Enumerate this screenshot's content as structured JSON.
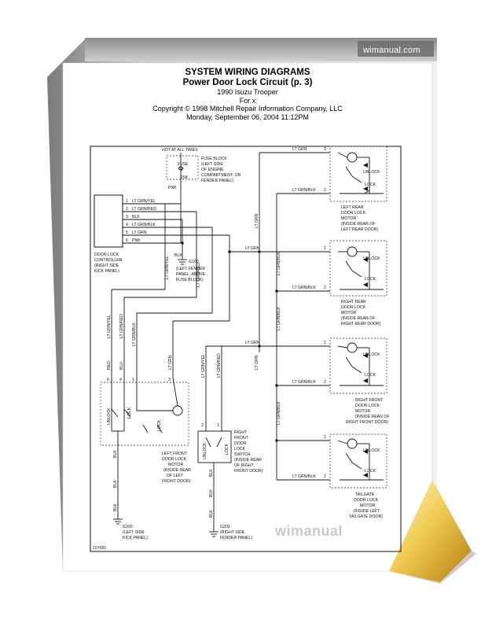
{
  "header": {
    "title": "SYSTEM WIRING DIAGRAMS",
    "subtitle": "Power Door Lock Circuit (p. 3)",
    "vehicle": "1990 Isuzu Trooper",
    "for_line": "For x",
    "copyright": "Copyright © 1998 Mitchell Repair Information Company, LLC",
    "date": "Monday, September 06, 2004  11:12PM"
  },
  "brand": "wimanual.com",
  "watermark": "wimanual",
  "figure_id": "107681",
  "fuse": {
    "hot_label": "HOT AT ALL TIMES",
    "fuse_label": "FUSE",
    "fuse_num": "7",
    "amp": "20A",
    "block_lines": [
      "FUSE BLOCK",
      "(LEFT SIDE",
      "OF ENGINE",
      "COMPARTMENT, ON",
      "FENDER PANEL)"
    ],
    "pink": "PNK"
  },
  "controller": {
    "label": [
      "DOOR LOCK",
      "CONTROLLER",
      "(RIGHT SIDE",
      "KICK PANEL)"
    ],
    "pins": [
      "1",
      "2",
      "3",
      "4",
      "5",
      "6"
    ],
    "wires": [
      "LT GRN/YEL",
      "LT GRN/RED",
      "BLK",
      "LT GRN/BLK",
      "LT GRN",
      "PNK"
    ]
  },
  "ground_g100": {
    "blk": "BLK",
    "name": "G100",
    "desc": [
      "(LEFT FENDER",
      "PANEL, ABOVE",
      "FUSE BLOCK)"
    ]
  },
  "vertical_labels": {
    "ltgrnred": "LT GRN/RED",
    "ltgrnyel": "LT GRN/YEL",
    "ltgrn": "LT GRN",
    "ltgrnblk": "LT GRN/BLK"
  },
  "motors": [
    {
      "id": "left-rear",
      "pins": [
        "3",
        "2"
      ],
      "unlock": "UNLOCK",
      "lock": "LOCK",
      "wire_top": "LT GRN",
      "wire_bot": "LT GRN/BLK",
      "label": [
        "LEFT REAR",
        "DOOR LOCK",
        "MOTOR",
        "(INSIDE REAR OF",
        "LEFT REAR DOOR)"
      ]
    },
    {
      "id": "right-rear",
      "pins": [
        "1",
        "2"
      ],
      "unlock": "UNLOCK",
      "lock": "LOCK",
      "wire_top": "LT GRN",
      "wire_bot": "LT GRN/BLK",
      "label": [
        "RIGHT REAR",
        "DOOR LOCK",
        "MOTOR",
        "(INSIDE REAR OF",
        "RIGHT REAR DOOR)"
      ]
    },
    {
      "id": "right-front",
      "pins": [
        "1",
        "2"
      ],
      "unlock": "UNLOCK",
      "lock": "LOCK",
      "wire_top": "LT GRN",
      "wire_bot": "LT GRN/BLK",
      "label": [
        "RIGHT FRONT",
        "DOOR LOCK",
        "MOTOR",
        "(INSIDE REAR OF",
        "RIGHT FRONT DOOR)"
      ]
    },
    {
      "id": "tailgate",
      "pins": [
        "1",
        "2"
      ],
      "unlock": "UNLOCK",
      "lock": "LOCK",
      "wire_top": "",
      "wire_bot": "LT GRN/BLK",
      "label": [
        "TAILGATE",
        "DOOR LOCK",
        "MOTOR",
        "(INSIDE LEFT",
        "TAILGATE DOOR)"
      ]
    }
  ],
  "left_front": {
    "wires": [
      "LT GRN/YEL",
      "LT GRN/RED",
      "LT GRN/BLK",
      "LT GRN"
    ],
    "pins": [
      "6",
      "4",
      "1",
      "3"
    ],
    "colors": [
      "RED",
      "BLU"
    ],
    "unlock": "UNLOCK",
    "lock": "LOCK",
    "lock2": "LOCK",
    "motor_label": [
      "LEFT FRONT",
      "DOOR LOCK",
      "MOTOR",
      "(INSIDE REAR",
      "OF LEFT",
      "FRONT DOOR)"
    ],
    "blk": [
      "BLK",
      "BLK",
      "BLK"
    ],
    "ground": "G200",
    "ground_desc": [
      "(LEFT SIDE",
      "KICK PANEL)"
    ]
  },
  "right_front_switch": {
    "wires": [
      "LT GRN/YEL",
      "LT GRN/RED"
    ],
    "pins": [
      "2",
      "1"
    ],
    "unlock": "UNLOCK",
    "lock": "LOCK",
    "label": [
      "RIGHT",
      "FRONT",
      "DOOR",
      "LOCK",
      "SWITCH",
      "(INSIDE REAR",
      "OF RIGHT",
      "FRONT DOOR)"
    ],
    "blk": [
      "BLK",
      "BLK",
      "BLK"
    ],
    "ground": "G203",
    "ground_desc": [
      "(RIGHT SIDE",
      "FENDER PANEL)"
    ]
  },
  "colors": {
    "ink": "#111111",
    "dashed": "#555555",
    "curl": "#e9b83a",
    "backshadow": "#9a9a9a"
  }
}
